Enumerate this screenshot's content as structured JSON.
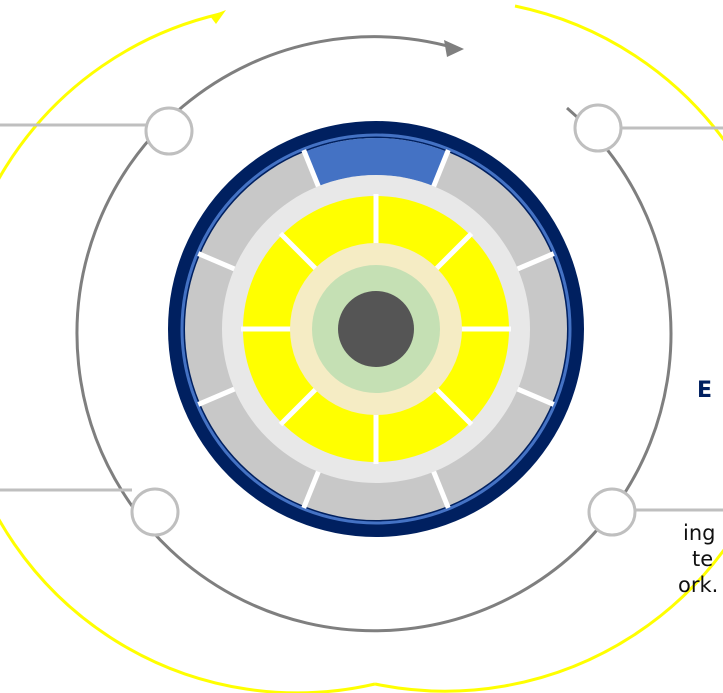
{
  "colors": {
    "outer_ring": "#ffff00",
    "mid_ring": "#7f7f7f",
    "connector": "#bfbfbf",
    "node_fill": "#ffffff",
    "node_stroke": "#bfbfbf",
    "lens_rim": "#002060",
    "lens_rim_inner": "#4472c4",
    "gray_band": "#c8c8c8",
    "light_band": "#e8e8e8",
    "accent_segment": "#4472c4",
    "yellow_core": "#ffff00",
    "cream_ring": "#f5ecc4",
    "green_ring": "#c5e0b4",
    "pupil": "#555555"
  },
  "text_fragments": {
    "heading_fragment": "E",
    "line1_fragment": "ing",
    "line2_fragment": "te",
    "line3_fragment": "ork."
  },
  "icons": {
    "orbit_arrow": "arrow-head-icon",
    "outer_arrow": "arrow-head-icon"
  }
}
